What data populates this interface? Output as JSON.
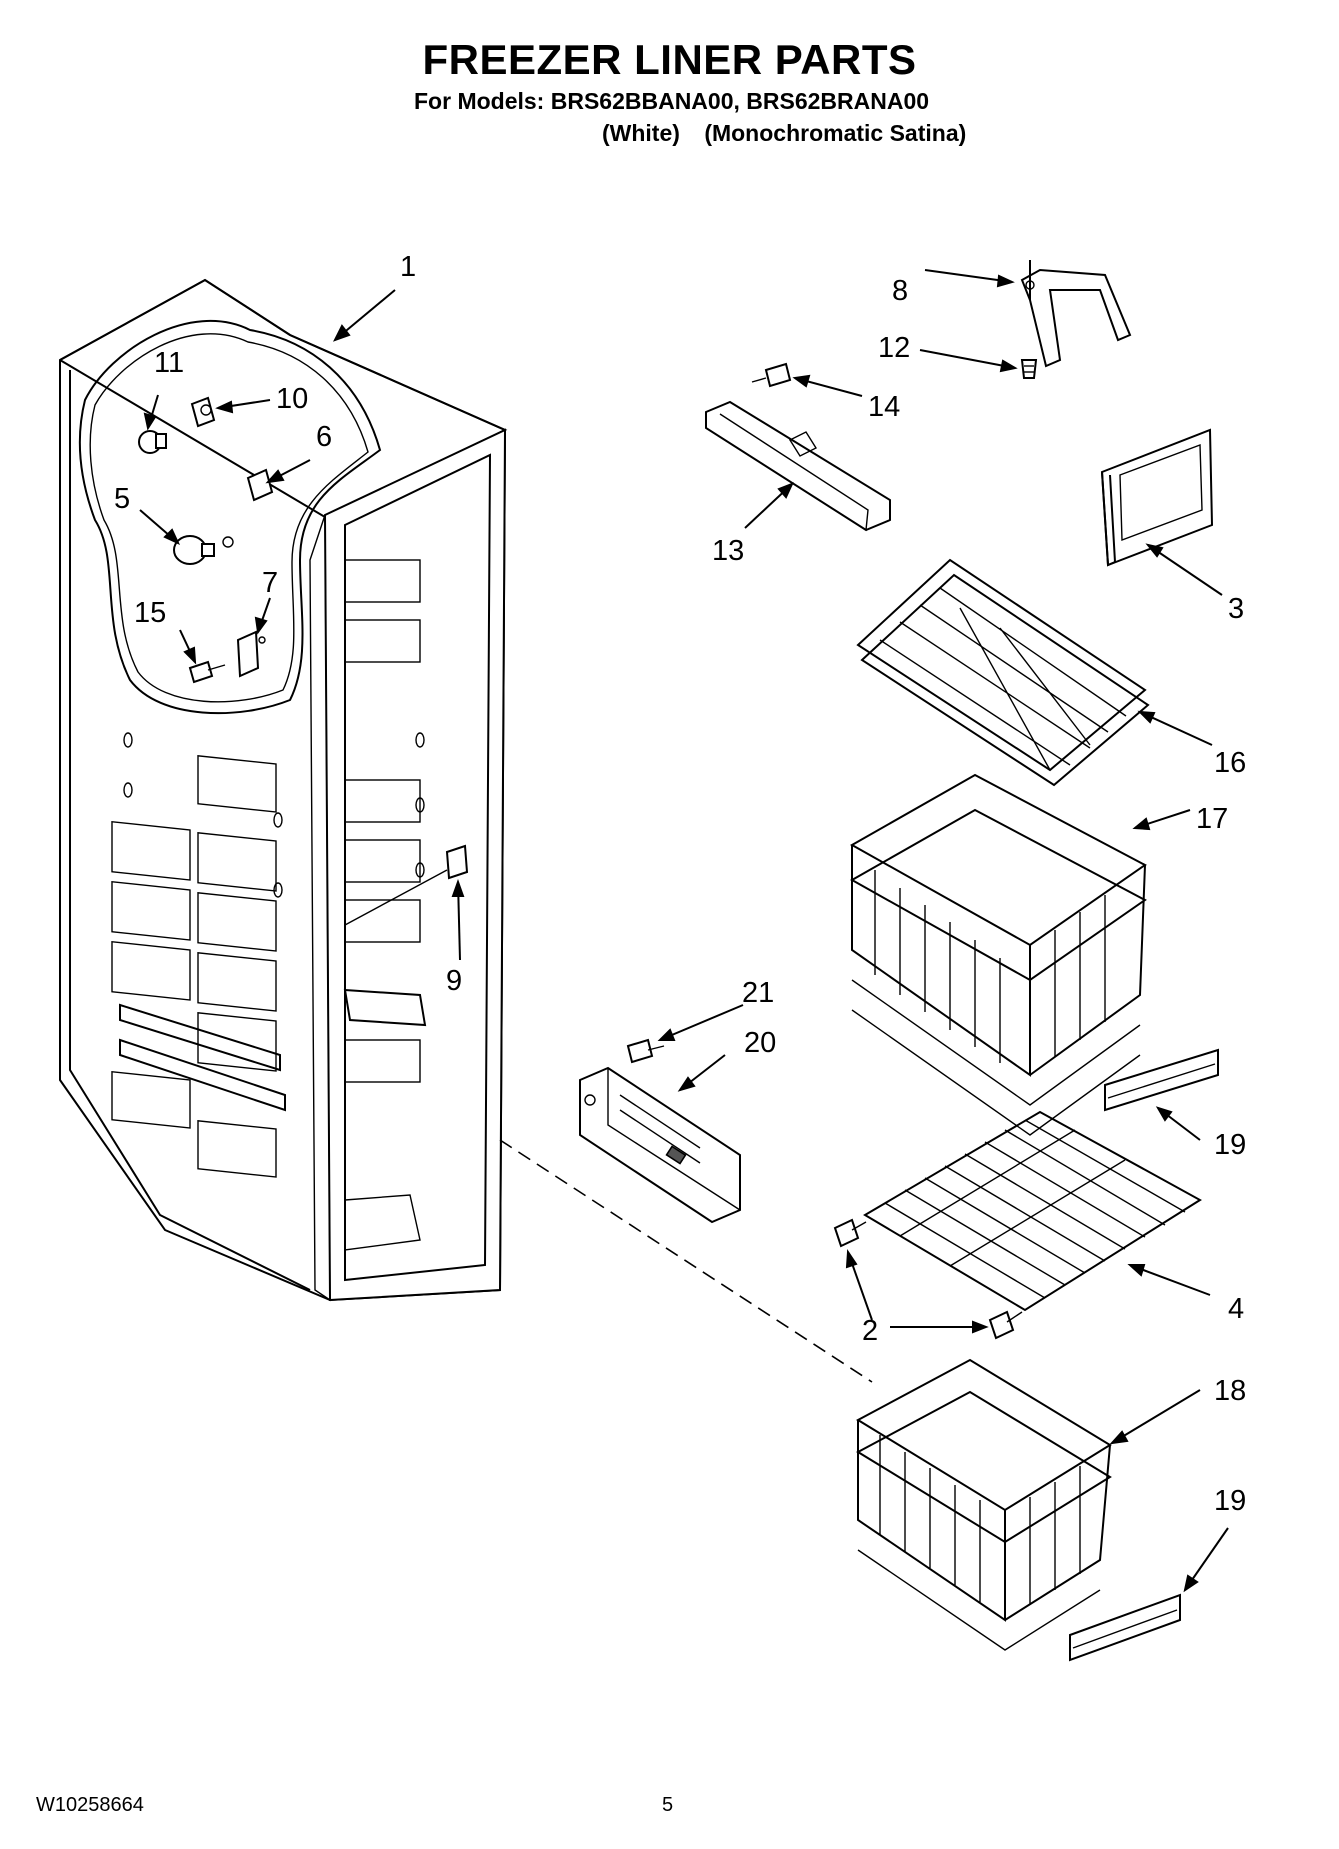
{
  "header": {
    "title": "FREEZER LINER PARTS",
    "models_line": "For Models: BRS62BBANA00, BRS62BRANA00",
    "variant_1": "(White)",
    "variant_2": "(Monochromatic Satina)"
  },
  "callouts": {
    "c1": "1",
    "c2a": "2",
    "c3": "3",
    "c4": "4",
    "c5": "5",
    "c6": "6",
    "c7": "7",
    "c8": "8",
    "c9": "9",
    "c10": "10",
    "c11": "11",
    "c12": "12",
    "c13": "13",
    "c14": "14",
    "c15": "15",
    "c16": "16",
    "c17": "17",
    "c18": "18",
    "c19a": "19",
    "c19b": "19",
    "c20": "20",
    "c21": "21"
  },
  "footer": {
    "doc_number": "W10258664",
    "page_number": "5"
  }
}
